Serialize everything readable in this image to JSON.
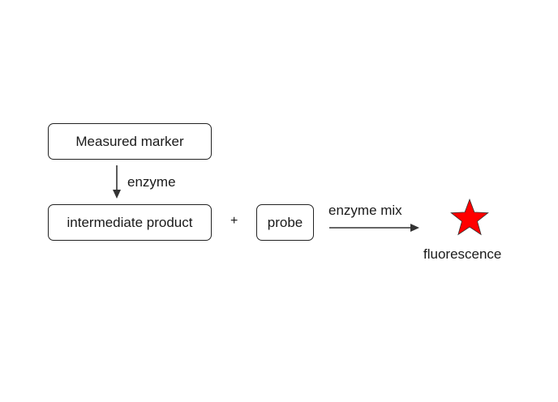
{
  "nodes": {
    "marker": "Measured marker",
    "intermediate": "intermediate product",
    "probe": "probe",
    "output": "fluorescence"
  },
  "edges": {
    "step1": "enzyme",
    "step2": "enzyme mix"
  },
  "operator": "+",
  "colors": {
    "star": "#ff0000",
    "stroke": "#333333"
  }
}
